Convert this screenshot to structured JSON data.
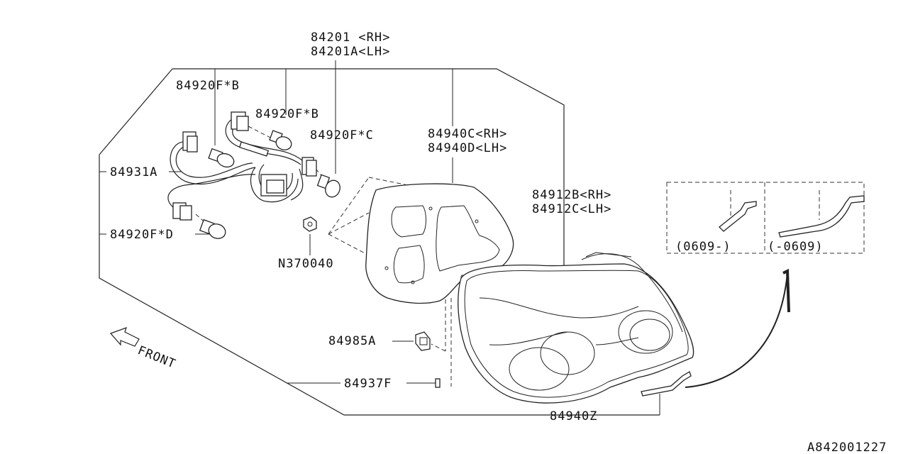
{
  "labels": {
    "bulb_b_left": "84920F*B",
    "bulb_b_right": "84920F*B",
    "socket_rh": "84201 <RH>",
    "socket_lh": "84201A<LH>",
    "bulb_c": "84920F*C",
    "harness": "84931A",
    "bulb_d": "84920F*D",
    "nut": "N370040",
    "gasket_rh": "84940C<RH>",
    "gasket_lh": "84940D<LH>",
    "lamp_rh": "84912B<RH>",
    "lamp_lh": "84912C<LH>",
    "clip": "84985A",
    "pin": "84937F",
    "seal": "84940Z",
    "detail_new": "(0609-)",
    "detail_old": "(-0609)",
    "front": "FRONT",
    "diagram_id": "A842001227"
  }
}
